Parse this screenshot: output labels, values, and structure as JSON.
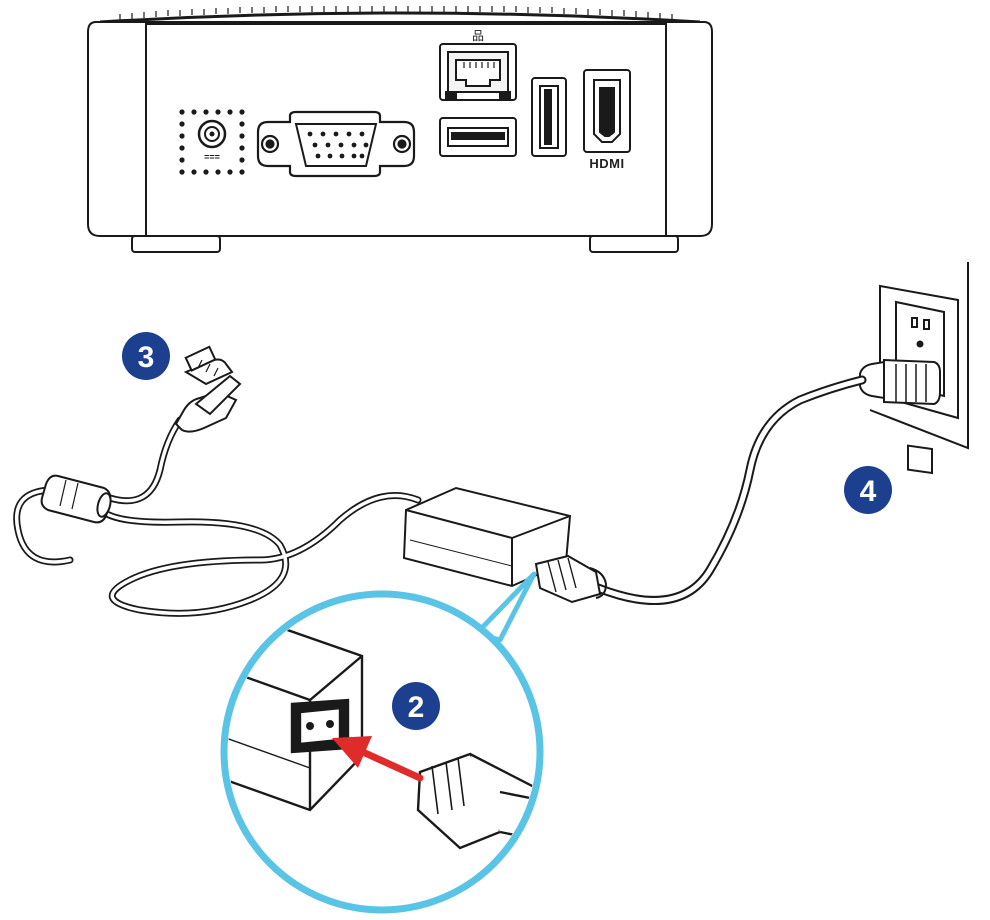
{
  "labels": {
    "hdmi": "HDMI",
    "dc_in": "===",
    "lan": "品"
  },
  "steps": [
    {
      "number": "2"
    },
    {
      "number": "3"
    },
    {
      "number": "4"
    }
  ],
  "colors": {
    "step_badge": "#1c3f8f",
    "callout": "#5ac4e6",
    "arrow": "#e02b2b",
    "line": "#1a1a1a"
  }
}
